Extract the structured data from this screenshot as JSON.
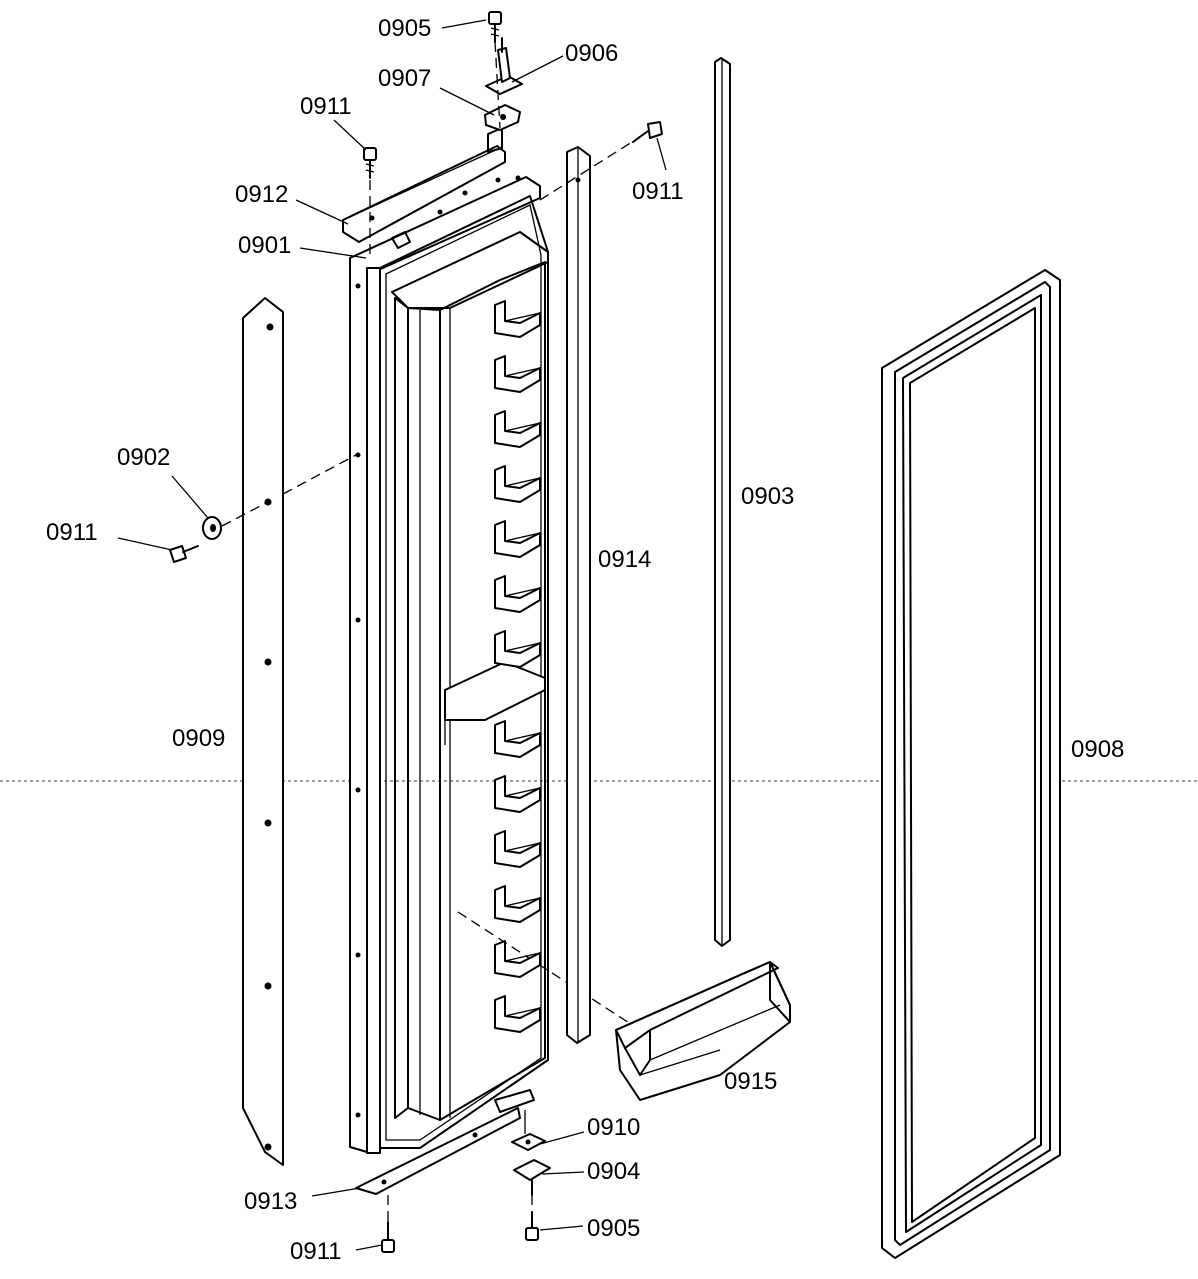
{
  "diagram": {
    "callouts": [
      {
        "id": "c0905_top",
        "text": "0905"
      },
      {
        "id": "c0906",
        "text": "0906"
      },
      {
        "id": "c0907",
        "text": "0907"
      },
      {
        "id": "c0911_top",
        "text": "0911"
      },
      {
        "id": "c0911_right",
        "text": "0911"
      },
      {
        "id": "c0912",
        "text": "0912"
      },
      {
        "id": "c0901",
        "text": "0901"
      },
      {
        "id": "c0902",
        "text": "0902"
      },
      {
        "id": "c0911_left",
        "text": "0911"
      },
      {
        "id": "c0903",
        "text": "0903"
      },
      {
        "id": "c0914",
        "text": "0914"
      },
      {
        "id": "c0909",
        "text": "0909"
      },
      {
        "id": "c0908",
        "text": "0908"
      },
      {
        "id": "c0915",
        "text": "0915"
      },
      {
        "id": "c0910",
        "text": "0910"
      },
      {
        "id": "c0904",
        "text": "0904"
      },
      {
        "id": "c0913",
        "text": "0913"
      },
      {
        "id": "c0905_bottom",
        "text": "0905"
      },
      {
        "id": "c0911_bottom",
        "text": "0911"
      }
    ]
  }
}
